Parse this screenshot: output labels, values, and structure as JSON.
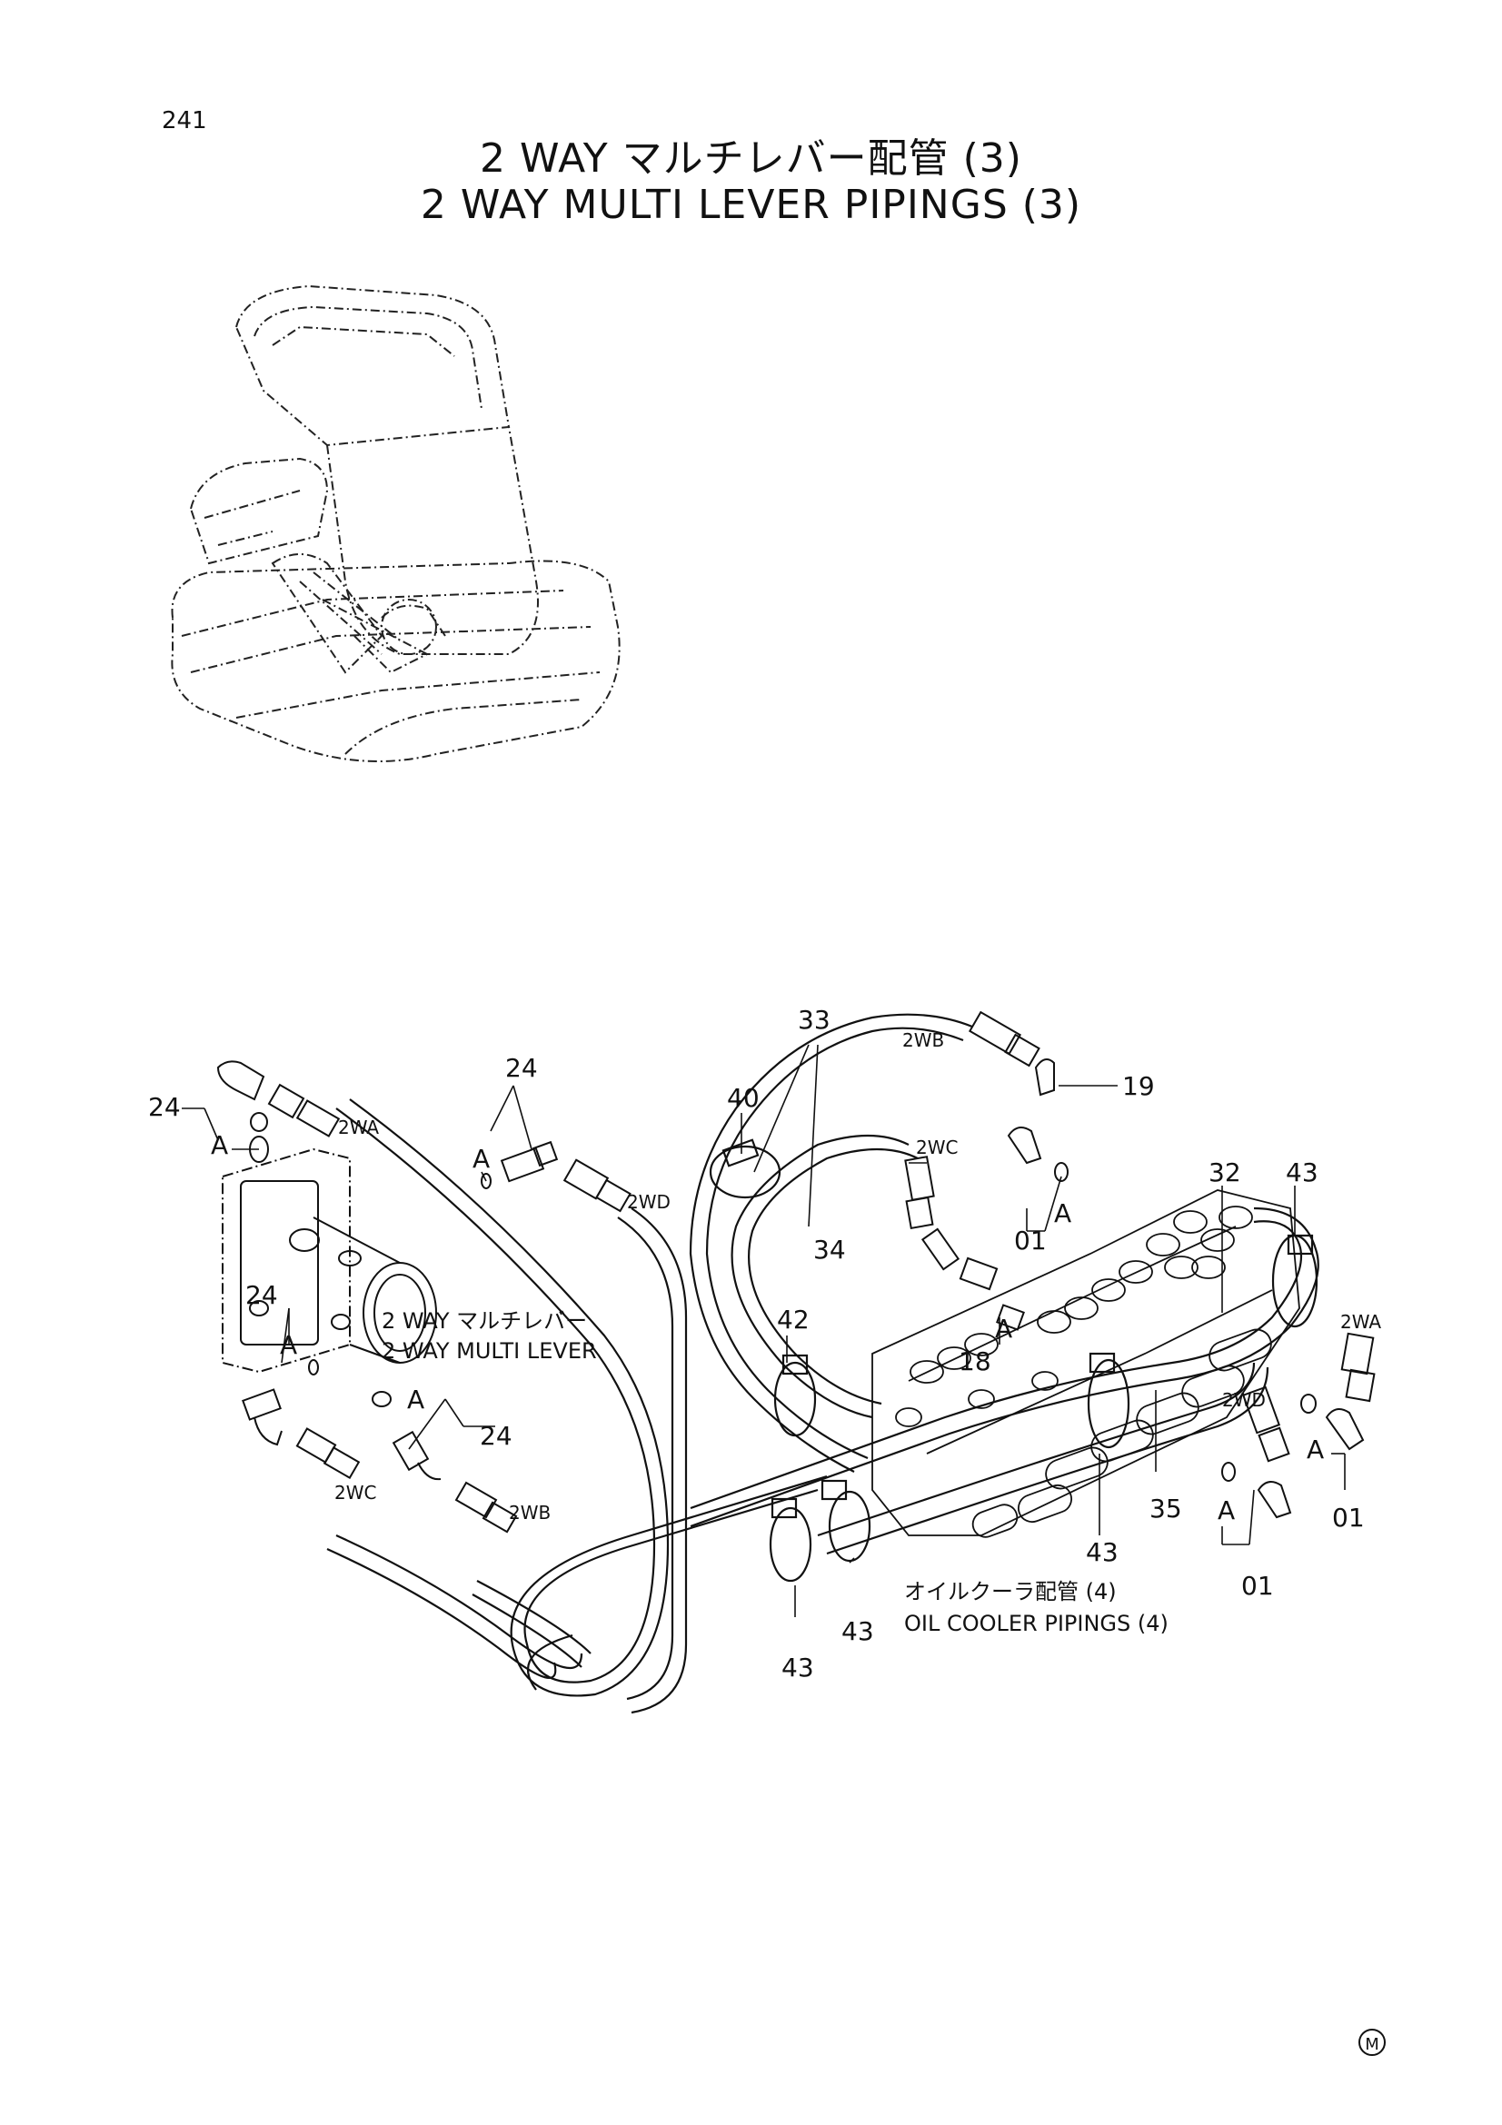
{
  "page_number": "241",
  "title_jp": "2 WAY マルチレバー配管 (3)",
  "title_en": "2 WAY MULTI LEVER PIPINGS (3)",
  "callouts": {
    "c24a": "24",
    "c24b": "24",
    "c24c": "24",
    "c24d": "24",
    "c33": "33",
    "c40": "40",
    "c34": "34",
    "c19": "19",
    "c32": "32",
    "c43a": "43",
    "c43b": "43",
    "c43c": "43",
    "c43d": "43",
    "c42": "42",
    "c18": "18",
    "c35": "35",
    "c01a": "01",
    "c01b": "01",
    "c01c": "01"
  },
  "detail_marks": {
    "a1": "A",
    "a2": "A",
    "a3": "A",
    "a4": "A",
    "a5": "A",
    "a6": "A",
    "a7": "A",
    "a8": "A"
  },
  "port_labels": {
    "wa_left": "2WA",
    "wd_left": "2WD",
    "wc_left": "2WC",
    "wb_left": "2WB",
    "wb_top": "2WB",
    "wc_top": "2WC",
    "wa_right": "2WA",
    "wd_right": "2WD"
  },
  "component_labels": {
    "multi_lever_jp": "2 WAY マルチレバー",
    "multi_lever_en": "2 WAY MULTI LEVER",
    "oil_cooler_jp": "オイルクーラ配管 (4)",
    "oil_cooler_en": "OIL COOLER PIPINGS (4)"
  },
  "mark": "M"
}
